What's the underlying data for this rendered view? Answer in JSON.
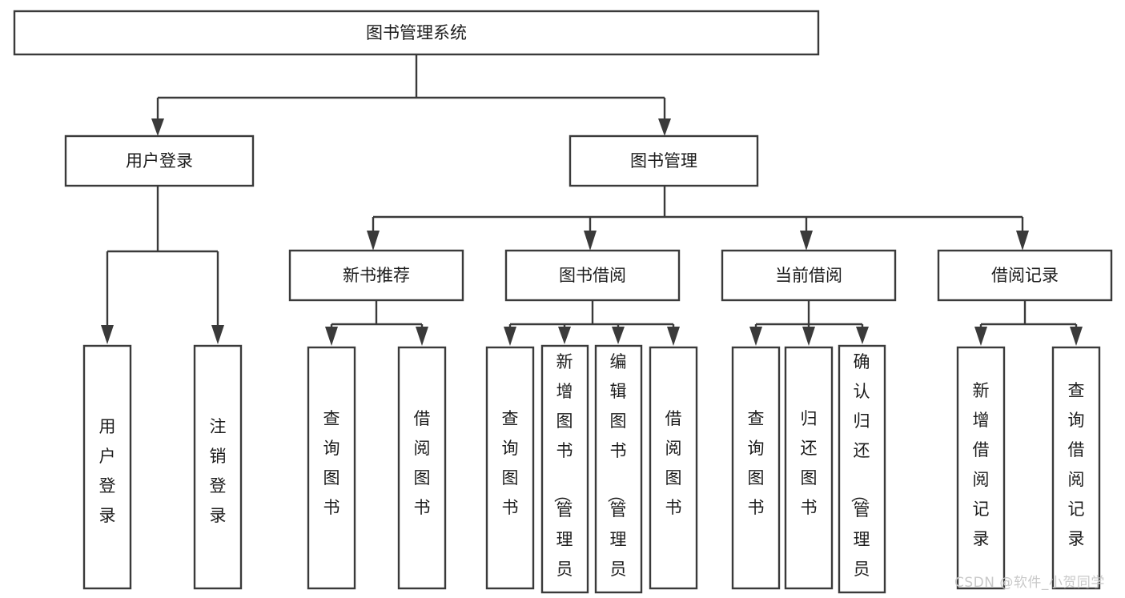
{
  "diagram": {
    "type": "tree-hierarchy",
    "title": "图书管理系统",
    "watermark": "CSDN @软件_小贺同学",
    "colors": {
      "box_stroke": "#3a3a3a",
      "box_fill": "#ffffff",
      "text": "#1c1c1c",
      "connector": "#3a3a3a",
      "watermark": "#c9c9c9",
      "background": "#ffffff"
    },
    "levels": {
      "root": {
        "label": "图书管理系统"
      },
      "level2": [
        {
          "label": "用户登录"
        },
        {
          "label": "图书管理"
        }
      ],
      "level3": [
        {
          "label": "新书推荐"
        },
        {
          "label": "图书借阅"
        },
        {
          "label": "当前借阅"
        },
        {
          "label": "借阅记录"
        }
      ],
      "leaves": {
        "用户登录": [
          {
            "label": "用户登录"
          },
          {
            "label": "注销登录"
          }
        ],
        "新书推荐": [
          {
            "label": "查询图书"
          },
          {
            "label": "借阅图书"
          }
        ],
        "图书借阅": [
          {
            "label": "查询图书"
          },
          {
            "label": "新增图书（管理员）"
          },
          {
            "label": "编辑图书（管理员）"
          },
          {
            "label": "借阅图书"
          }
        ],
        "当前借阅": [
          {
            "label": "查询图书"
          },
          {
            "label": "归还图书"
          },
          {
            "label": "确认归还（管理员）"
          }
        ],
        "借阅记录": [
          {
            "label": "新增借阅记录"
          },
          {
            "label": "查询借阅记录"
          }
        ]
      }
    }
  }
}
